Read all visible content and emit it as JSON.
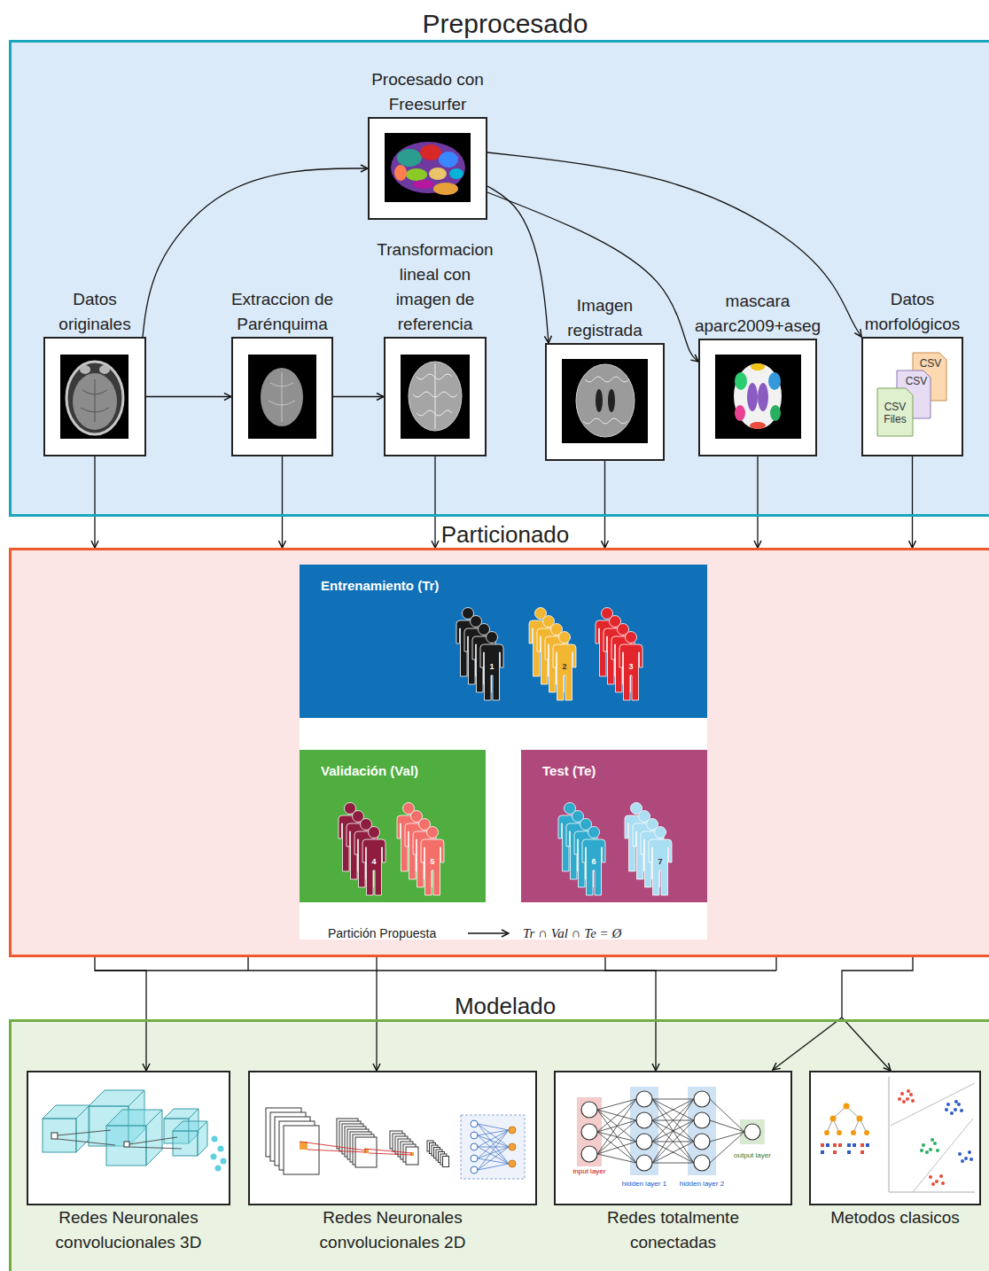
{
  "diagram": {
    "nodes": [
      {
        "text": [
          "Preprocesado"
        ]
      },
      {
        "text": [
          "Procesado con Freesurfer"
        ],
        "in": 0
      },
      {
        "text": [
          "Datos originales"
        ],
        "in": 0
      },
      {
        "text": [
          "Extraccion de Parénquima"
        ],
        "in": 0
      },
      {
        "text": [
          "Transformacion lineal con imagen de referencia"
        ],
        "in": 0
      },
      {
        "text": [
          "Imagen registrada"
        ],
        "in": 0
      },
      {
        "text": [
          "mascara aparc2009+aseg"
        ],
        "in": 0
      },
      {
        "text": [
          "Datos morfológicos"
        ],
        "in": 0
      },
      {
        "text": [
          "Particionado"
        ]
      },
      {
        "text": [
          "Entrenamiento (Tr)"
        ],
        "in": 8
      },
      {
        "text": [
          "Validación (Val)"
        ],
        "in": 8
      },
      {
        "text": [
          "Test (Te)"
        ],
        "in": 8
      },
      {
        "text": [
          "Modelado"
        ]
      },
      {
        "text": [
          "Redes Neuronales convolucionales 3D"
        ],
        "in": 12
      },
      {
        "text": [
          "Redes Neuronales convolucionales 2D"
        ],
        "in": 12
      },
      {
        "text": [
          "Redes totalmente conectadas"
        ],
        "in": 12
      },
      {
        "text": [
          "Metodos clasicos"
        ],
        "in": 12
      }
    ],
    "edges": [
      {
        "from": 2,
        "to": 1,
        "arrow": "to"
      },
      {
        "from": 1,
        "to": 5,
        "arrow": "to"
      },
      {
        "from": 1,
        "to": 6,
        "arrow": "to"
      },
      {
        "from": 1,
        "to": 7,
        "arrow": "to"
      },
      {
        "from": 2,
        "to": 3,
        "arrow": "to"
      },
      {
        "from": 3,
        "to": 4,
        "arrow": "to"
      },
      {
        "from": 2,
        "to": 8,
        "arrow": "to"
      },
      {
        "from": 3,
        "to": 8,
        "arrow": "to"
      },
      {
        "from": 4,
        "to": 8,
        "arrow": "to"
      },
      {
        "from": 5,
        "to": 8,
        "arrow": "to"
      },
      {
        "from": 6,
        "to": 8,
        "arrow": "to"
      },
      {
        "from": 7,
        "to": 8,
        "arrow": "to"
      },
      {
        "from": 8,
        "to": 13,
        "arrow": "to"
      },
      {
        "from": 8,
        "to": 14,
        "arrow": "to"
      },
      {
        "from": 8,
        "to": 15,
        "arrow": "to"
      },
      {
        "from": 8,
        "to": 16,
        "arrow": "to"
      }
    ],
    "labels": [
      "1",
      "2",
      "3",
      "4",
      "5",
      "6",
      "7",
      "Partición Propuesta",
      "Tr ∩ Val ∩ Te = Ø",
      "CSV",
      "CSV",
      "CSV Files",
      "input layer",
      "hidden layer 1",
      "hidden layer 2",
      "output layer"
    ]
  }
}
